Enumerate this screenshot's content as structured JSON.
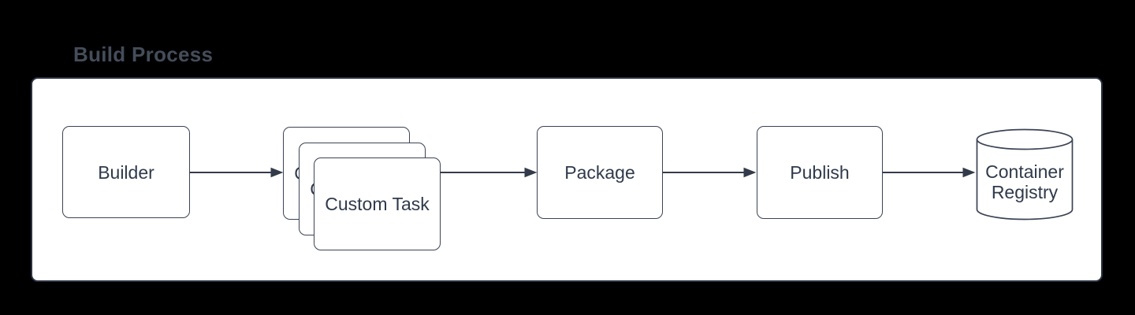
{
  "diagram": {
    "title": "Build Process",
    "container": {
      "name": "Build Process"
    },
    "nodes": [
      {
        "id": "builder",
        "label": "Builder",
        "shape": "rounded-rectangle"
      },
      {
        "id": "custom-task",
        "label": "Custom Task",
        "shape": "stacked-rounded-rectangles",
        "stack_count": 3
      },
      {
        "id": "package",
        "label": "Package",
        "shape": "rounded-rectangle"
      },
      {
        "id": "publish",
        "label": "Publish",
        "shape": "rounded-rectangle"
      },
      {
        "id": "container-registry",
        "label": "Container Registry",
        "shape": "cylinder"
      }
    ],
    "edges": [
      {
        "from": "builder",
        "to": "custom-task",
        "arrow": "filled-triangle"
      },
      {
        "from": "custom-task",
        "to": "package",
        "arrow": "filled-triangle"
      },
      {
        "from": "package",
        "to": "publish",
        "arrow": "filled-triangle"
      },
      {
        "from": "publish",
        "to": "container-registry",
        "arrow": "filled-triangle"
      }
    ],
    "colors": {
      "canvas_background": "#000000",
      "container_fill": "#ffffff",
      "container_border": "#2b3342",
      "shape_fill": "#ffffff",
      "shape_border": "#3b4354",
      "label_text": "#2f3a4b",
      "title_text": "#454d5a",
      "arrow": "#333b4a"
    }
  }
}
